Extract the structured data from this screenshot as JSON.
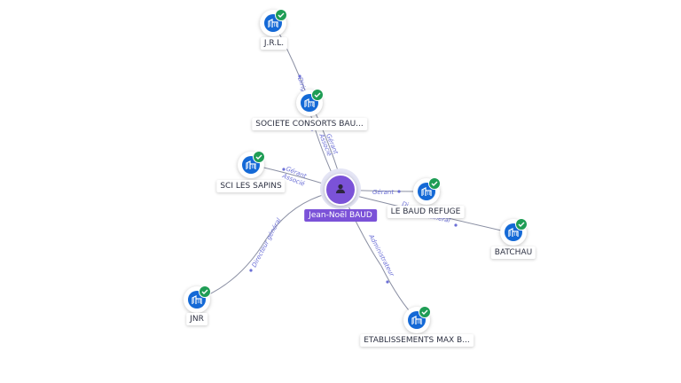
{
  "center": {
    "name": "Jean-Noël BAUD"
  },
  "colors": {
    "company": "#1469d6",
    "verified": "#1f9d55",
    "person": "#7b52d8",
    "edge_label": "#6b6fd6"
  },
  "companies": [
    {
      "id": "jrl",
      "name": "J.R.L."
    },
    {
      "id": "consorts",
      "name": "SOCIETE CONSORTS BAU..."
    },
    {
      "id": "sapins",
      "name": "SCI LES SAPINS"
    },
    {
      "id": "refuge",
      "name": "LE BAUD REFUGE"
    },
    {
      "id": "batchau",
      "name": "BATCHAU"
    },
    {
      "id": "jnr",
      "name": "JNR"
    },
    {
      "id": "maxb",
      "name": "ETABLISSEMENTS MAX B..."
    }
  ],
  "edges": [
    {
      "id": "jrl-consorts",
      "label": "Dirigeant"
    },
    {
      "id": "consorts",
      "label": "Gérant",
      "label2": "Associé"
    },
    {
      "id": "sapins",
      "label": "Gérant",
      "label2": "Associé"
    },
    {
      "id": "refuge",
      "label": "Gérant",
      "label2": "Di..."
    },
    {
      "id": "batchau",
      "label": "...néral"
    },
    {
      "id": "jnr",
      "label": "Directeur général"
    },
    {
      "id": "maxb",
      "label": "Administrateur"
    }
  ],
  "icons": {
    "company": "building-icon",
    "verified": "check-icon",
    "person": "person-icon"
  }
}
